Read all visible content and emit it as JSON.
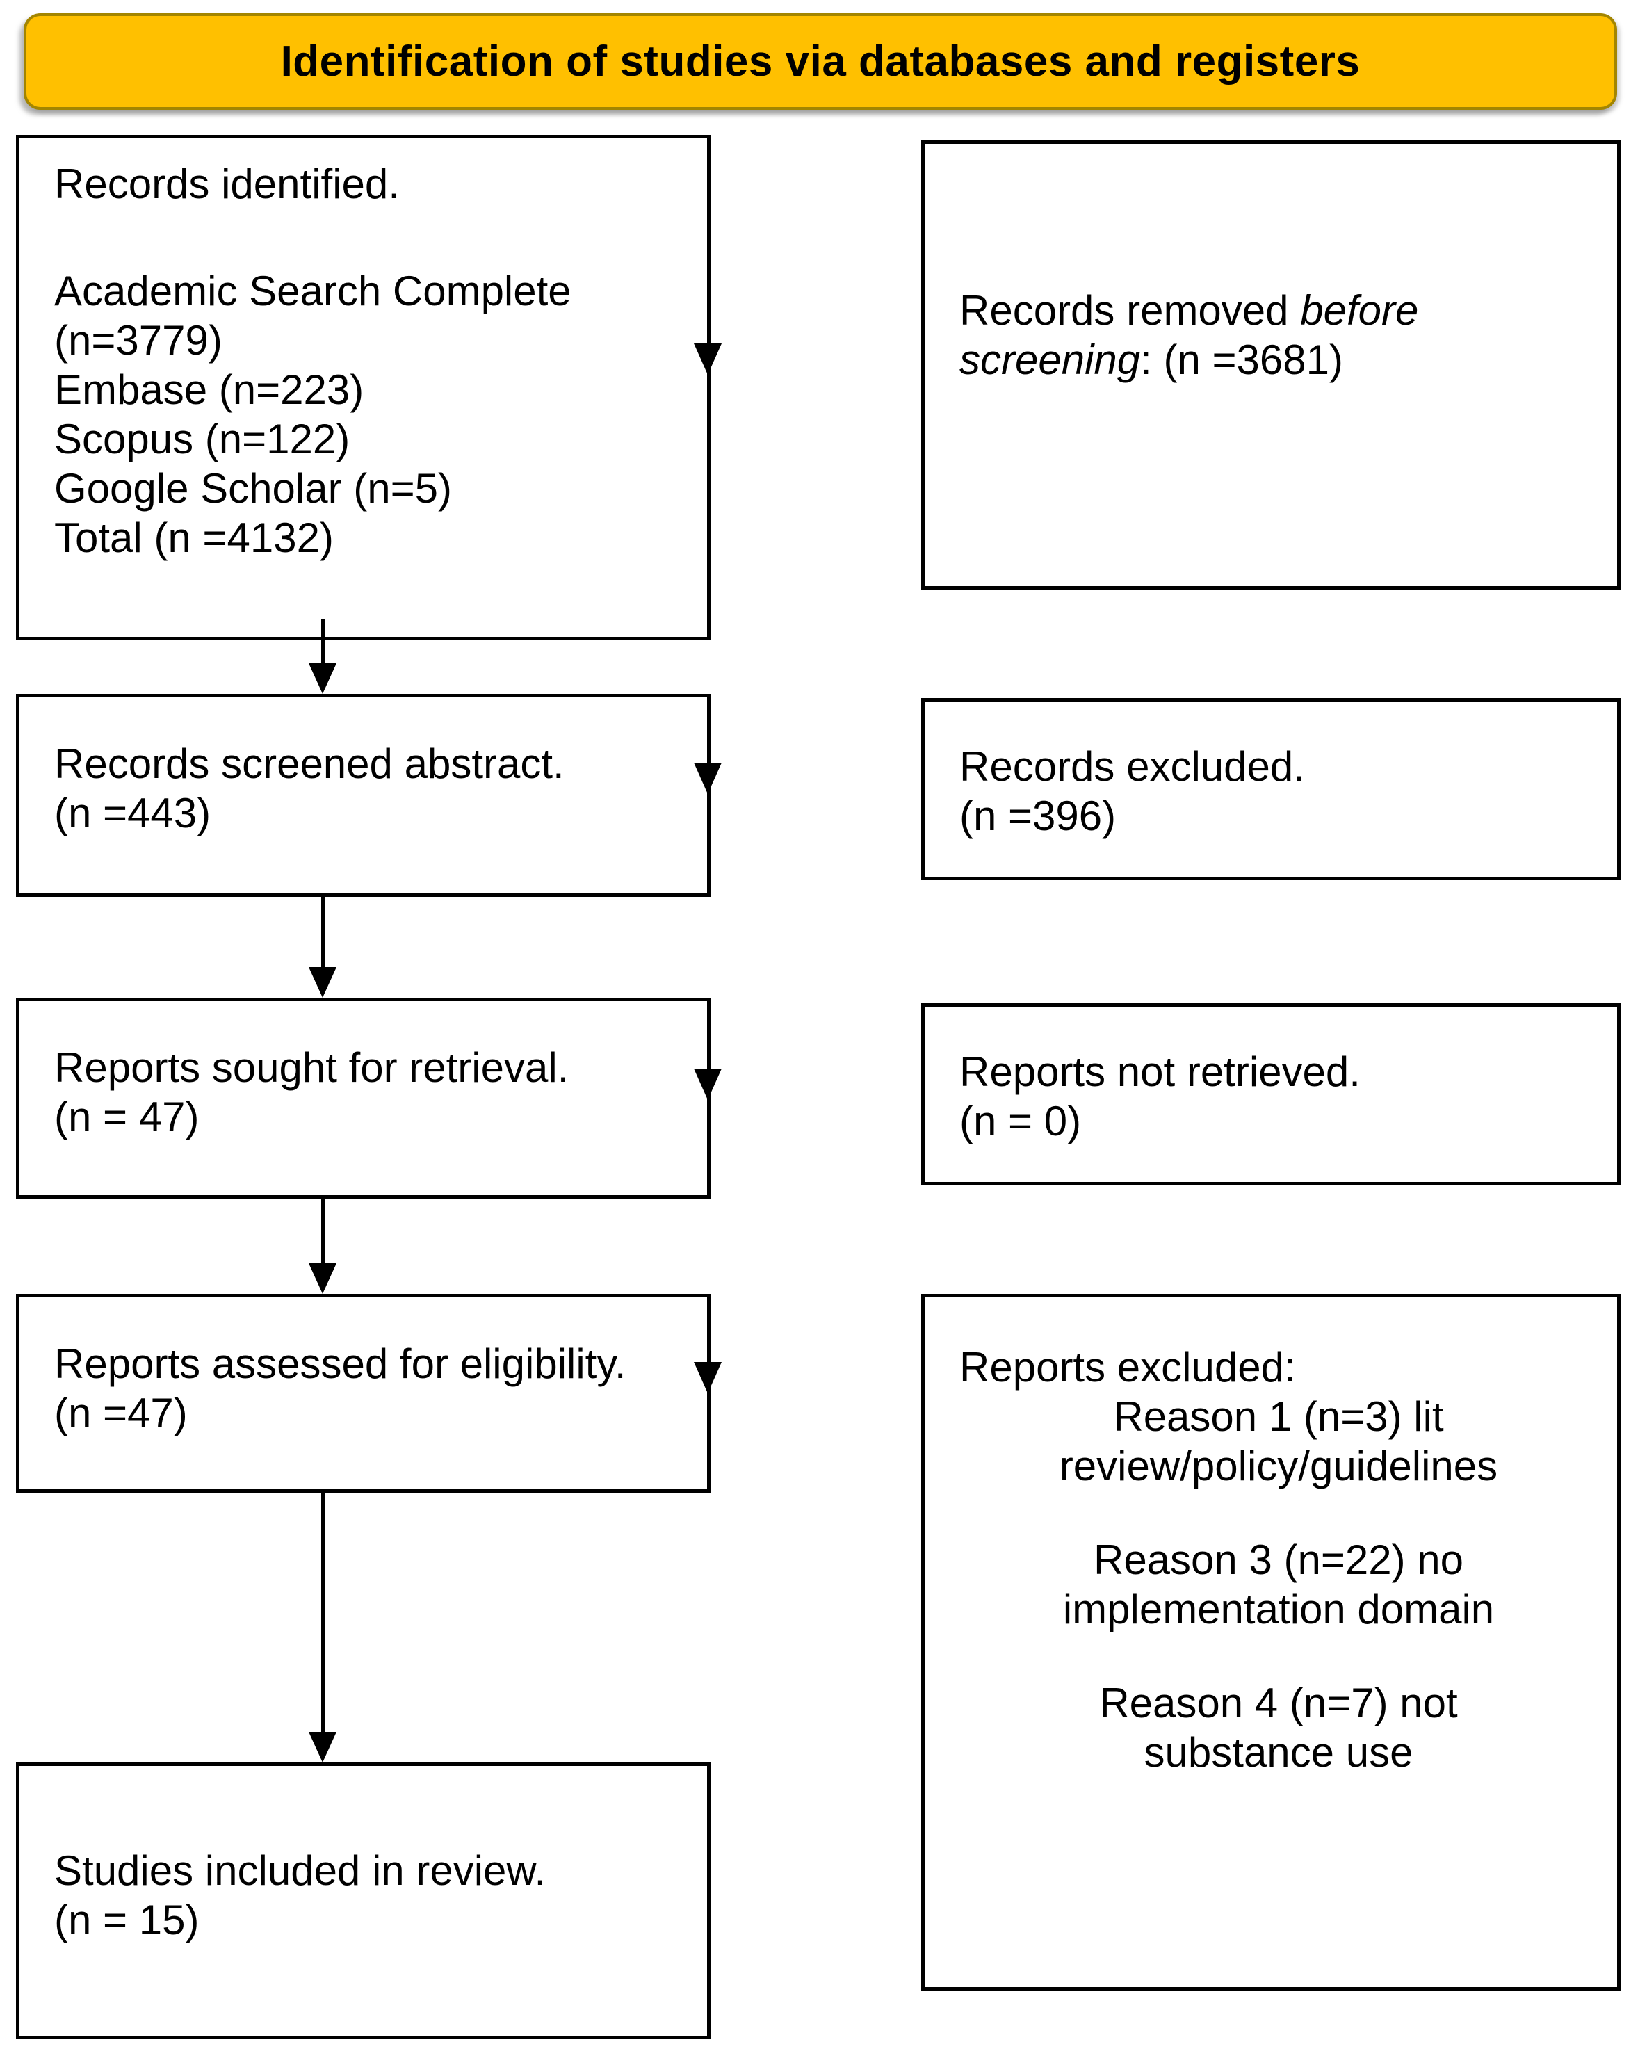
{
  "diagram": {
    "title": "Identification of studies via databases and registers",
    "colors": {
      "bg": "#FFFFFF",
      "title-bg": "#FFC000",
      "title-border": "#A38500",
      "box-border": "#000000",
      "text": "#000000"
    },
    "left_column": {
      "records_identified": {
        "header": "Records identified.",
        "items": [
          "Academic Search Complete",
          "(n=3779)",
          "Embase (n=223)",
          "Scopus (n=122)",
          "Google Scholar (n=5)",
          "Total (n =4132)"
        ]
      },
      "records_screened": {
        "lines": [
          "Records screened abstract.",
          "(n =443)"
        ]
      },
      "reports_sought": {
        "lines": [
          "Reports sought for retrieval.",
          "(n = 47)"
        ]
      },
      "reports_assessed": {
        "lines": [
          "Reports assessed for eligibility.",
          "(n =47)"
        ]
      },
      "studies_included": {
        "lines": [
          "Studies included in review.",
          "(n = 15)"
        ]
      }
    },
    "right_column": {
      "records_removed": {
        "line1_regular": "Records removed ",
        "line1_italic": "before",
        "line2_italic": "screening",
        "line2_regular": ": (n =3681)"
      },
      "records_excluded": {
        "lines": [
          "Records excluded.",
          "(n =396)"
        ]
      },
      "reports_not_retrieved": {
        "lines": [
          "Reports not retrieved.",
          "(n = 0)"
        ]
      },
      "reports_excluded": {
        "header": "Reports excluded:",
        "lines": [
          "Reason 1 (n=3) lit",
          "review/policy/guidelines",
          "",
          "Reason 3 (n=22) no",
          "implementation domain",
          "",
          "Reason 4 (n=7) not",
          "substance use"
        ]
      }
    }
  }
}
